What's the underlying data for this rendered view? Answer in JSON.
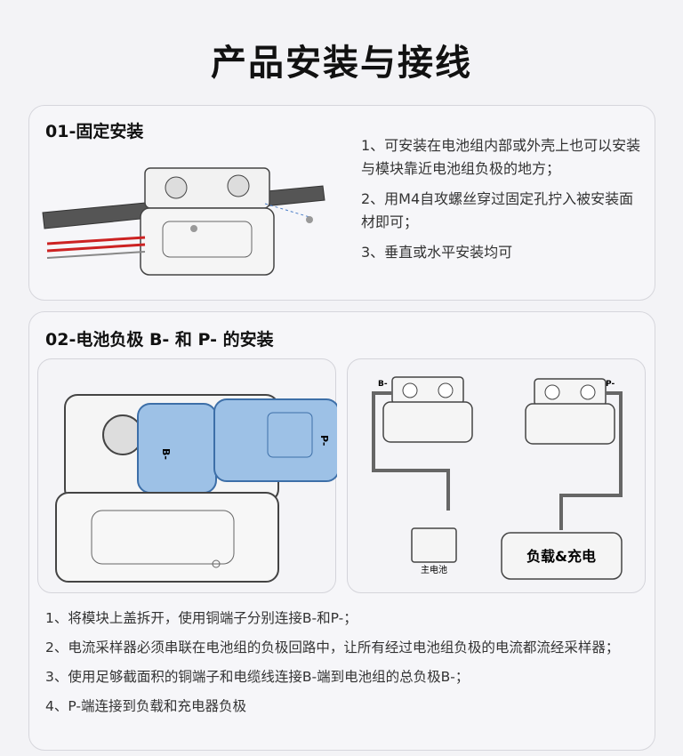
{
  "title": "产品安装与接线",
  "section1": {
    "heading": "01-固定安装",
    "items": [
      "1、可安装在电池组内部或外壳上也可以安装与模块靠近电池组负极的地方；",
      "2、用M4自攻螺丝穿过固定孔拧入被安装面材即可；",
      "3、垂直或水平安装均可"
    ]
  },
  "section2": {
    "heading": "02-电池负极 B- 和 P- 的安装",
    "left_image": {
      "label_b": "B-",
      "label_p": "P-"
    },
    "diagram": {
      "b_label": "B-",
      "p_label": "P-",
      "battery_label": "主电池",
      "load_label": "负载&充电"
    },
    "items": [
      "1、将模块上盖拆开，使用铜端子分别连接B-和P-；",
      "2、电流采样器必须串联在电池组的负极回路中，让所有经过电池组负极的电流都流经采样器；",
      "3、使用足够截面积的铜端子和电缆线连接B-端到电池组的总负极B-；",
      "4、P-端连接到负载和充电器负极"
    ]
  }
}
